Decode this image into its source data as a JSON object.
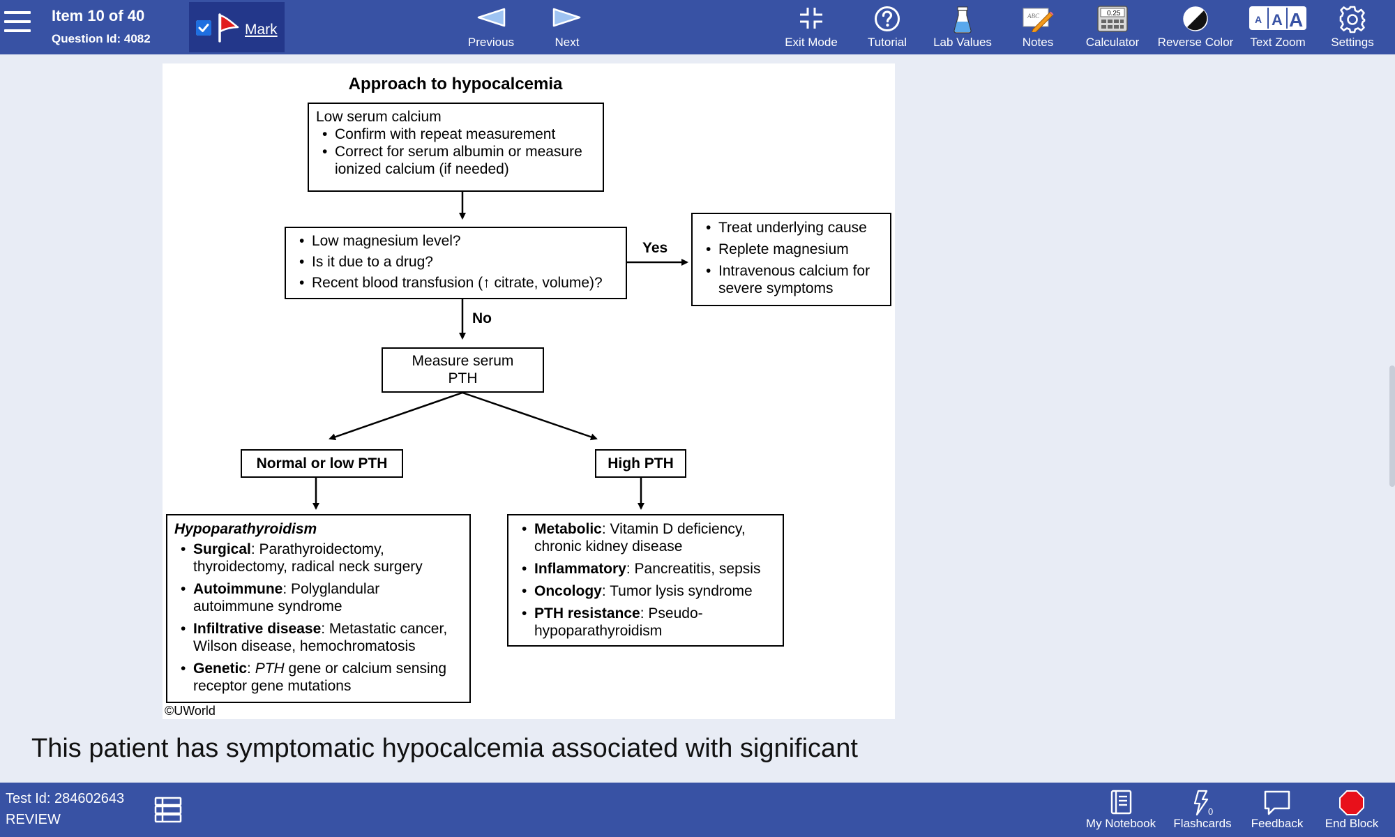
{
  "header": {
    "item_label": "Item 10 of 40",
    "question_id": "Question Id: 4082",
    "mark_label": "Mark",
    "mark_checked": true,
    "buttons": {
      "previous": "Previous",
      "next": "Next",
      "exit_mode": "Exit Mode",
      "tutorial": "Tutorial",
      "lab_values": "Lab Values",
      "notes": "Notes",
      "calculator": "Calculator",
      "calculator_display": "0.25",
      "reverse_color": "Reverse Color",
      "text_zoom": "Text Zoom",
      "text_zoom_glyph": "A",
      "settings": "Settings",
      "notes_glyph": "ABC"
    }
  },
  "figure": {
    "title": "Approach to hypocalcemia",
    "box_low_calcium": {
      "heading": "Low serum calcium",
      "items": [
        "Confirm with repeat measurement",
        "Correct for serum albumin or measure ionized calcium (if needed)"
      ]
    },
    "box_questions": {
      "items": [
        "Low magnesium level?",
        "Is it due to a drug?",
        "Recent blood transfusion (↑ citrate, volume)?"
      ]
    },
    "label_yes": "Yes",
    "label_no": "No",
    "box_treat": {
      "items": [
        "Treat underlying cause",
        "Replete magnesium",
        "Intravenous calcium for severe symptoms"
      ]
    },
    "box_measure_pth": "Measure serum PTH",
    "box_normal_low_pth": "Normal or low PTH",
    "box_high_pth": "High PTH",
    "box_hypopara": {
      "heading": "Hypoparathyroidism",
      "items": [
        {
          "term": "Surgical",
          "text": ": Parathyroidectomy, thyroidectomy, radical neck surgery"
        },
        {
          "term": "Autoimmune",
          "text": ": Polyglandular autoimmune syndrome"
        },
        {
          "term": "Infiltrative disease",
          "text": ": Metastatic cancer, Wilson disease, hemochromatosis"
        },
        {
          "term": "Genetic",
          "text": ": ",
          "italic": "PTH",
          "text2": " gene or calcium sensing receptor gene mutations"
        }
      ]
    },
    "box_high_causes": {
      "items": [
        {
          "term": "Metabolic",
          "text": ": Vitamin D deficiency, chronic kidney disease"
        },
        {
          "term": "Inflammatory",
          "text": ": Pancreatitis, sepsis"
        },
        {
          "term": "Oncology",
          "text": ": Tumor lysis syndrome"
        },
        {
          "term": "PTH resistance",
          "text": ": Pseudo-hypoparathyroidism"
        }
      ]
    },
    "copyright": "©UWorld"
  },
  "explanation": {
    "line1": "This patient has symptomatic hypocalcemia associated with significant"
  },
  "footer": {
    "test_id": "Test Id: 284602643",
    "mode": "REVIEW",
    "buttons": {
      "my_notebook": "My Notebook",
      "flashcards": "Flashcards",
      "flashcards_count": "0",
      "feedback": "Feedback",
      "end_block": "End Block"
    }
  },
  "colors": {
    "bar_blue": "#3852a4",
    "mark_bg": "#23378a",
    "flag_red": "#e11d1d",
    "end_block_red": "#e8101a",
    "content_bg": "#e8ecf5"
  }
}
